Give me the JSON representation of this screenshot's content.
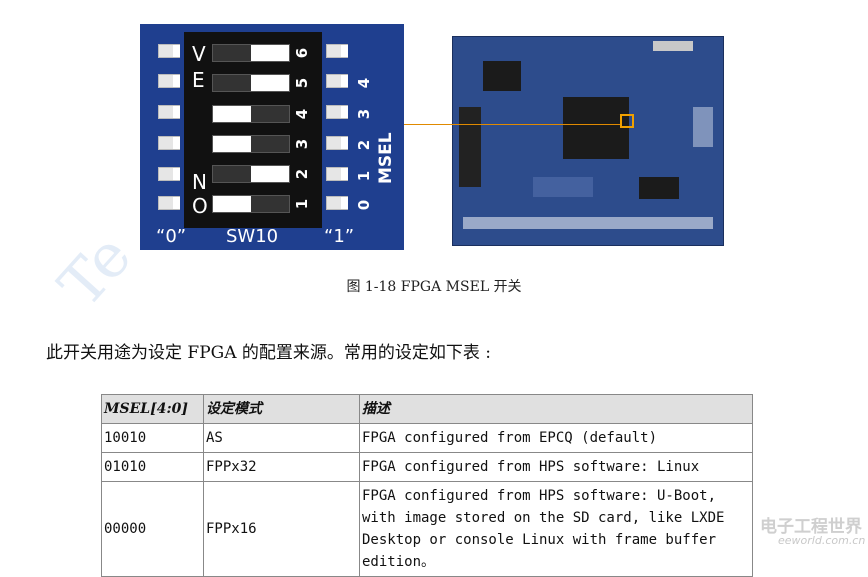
{
  "switch": {
    "left_letters": [
      "V",
      "E",
      "N",
      "O"
    ],
    "positions": [
      "6",
      "5",
      "4",
      "3",
      "2",
      "1"
    ],
    "msel_numbers": [
      "4",
      "3",
      "2",
      "1",
      "0"
    ],
    "msel_label": "MSEL",
    "footer_left": "“0”",
    "footer_center": "SW10",
    "footer_right": "“1”"
  },
  "caption": "图 1-18 FPGA MSEL 开关",
  "intro": "此开关用途为设定 FPGA 的配置来源。常用的设定如下表 :",
  "table": {
    "headers": [
      "MSEL[4:0]",
      "设定模式",
      "描述"
    ],
    "rows": [
      [
        "10010",
        "AS",
        "FPGA configured from EPCQ (default)"
      ],
      [
        "01010",
        "FPPx32",
        "FPGA configured from HPS software: Linux"
      ],
      [
        "00000",
        "FPPx16",
        "FPGA configured from HPS software: U-Boot, with image stored on the SD card, like LXDE Desktop or console Linux with frame buffer edition。"
      ]
    ]
  },
  "watermark": {
    "brand": "电子工程世界",
    "url": "eeworld.com.cn",
    "side": "Te"
  }
}
